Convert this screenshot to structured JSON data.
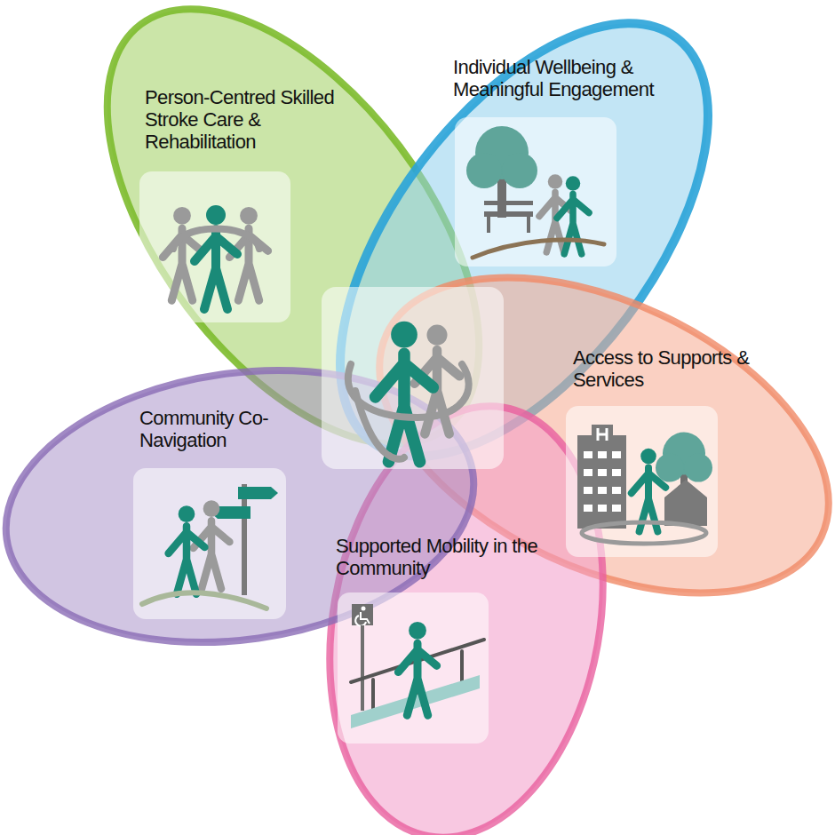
{
  "diagram": {
    "nodes": [
      {
        "text": [
          "Person-Centred Skilled Stroke Care & Rehabilitation"
        ]
      },
      {
        "text": [
          "Individual Wellbeing & Meaningful Engagement"
        ]
      },
      {
        "text": [
          "Access to Supports & Services"
        ]
      },
      {
        "text": [
          "Community Co-Navigation"
        ]
      },
      {
        "text": [
          "Supported Mobility in the Community"
        ]
      }
    ]
  }
}
